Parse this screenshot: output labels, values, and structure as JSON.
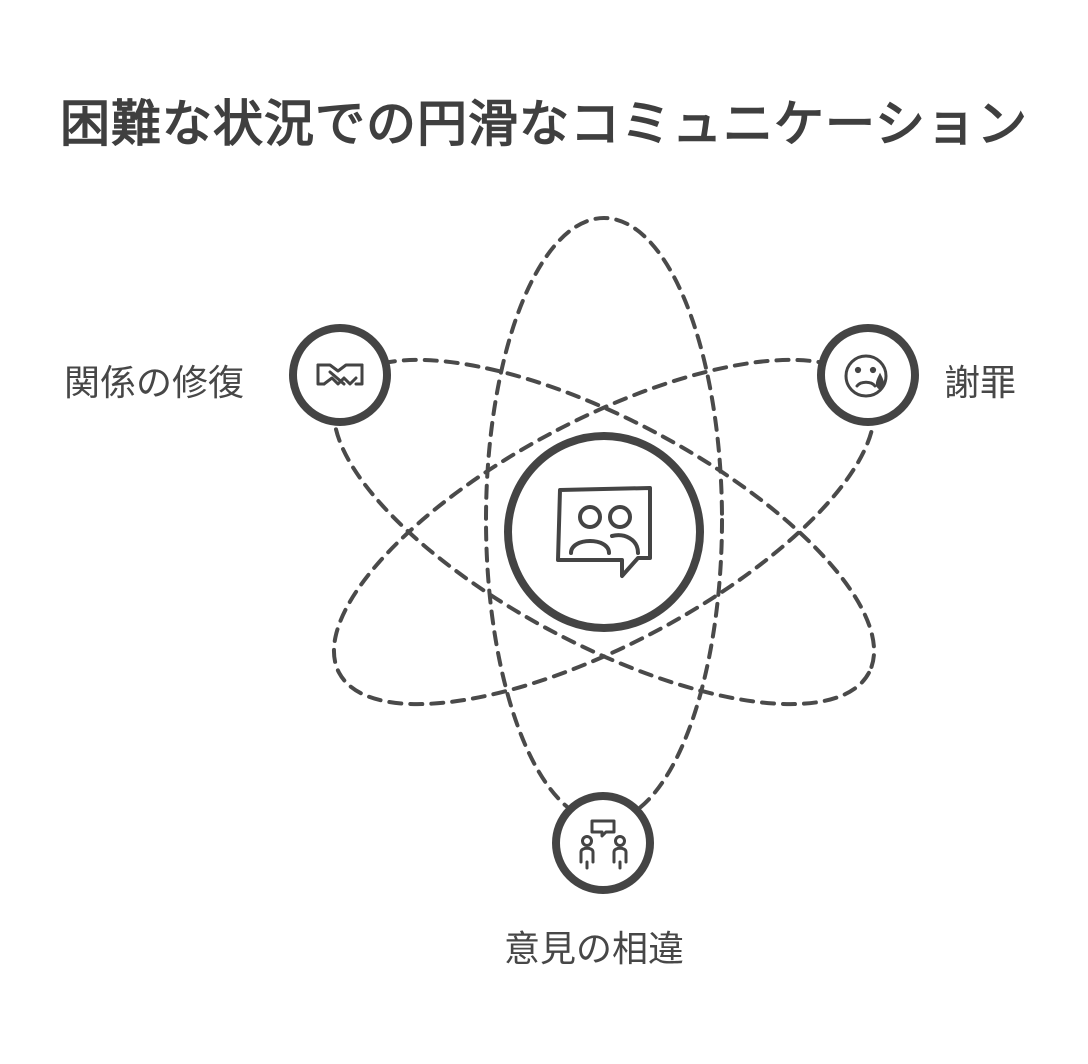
{
  "title": "困難な状況での円滑なコミュニケーション",
  "center": {
    "icon": "group-chat-icon"
  },
  "nodes": [
    {
      "label": "関係の修復",
      "icon": "handshake-icon"
    },
    {
      "label": "謝罪",
      "icon": "sad-face-icon"
    },
    {
      "label": "意見の相違",
      "icon": "disagreement-icon"
    }
  ],
  "colors": {
    "stroke": "#444444",
    "text": "#474747",
    "background": "#ffffff"
  }
}
